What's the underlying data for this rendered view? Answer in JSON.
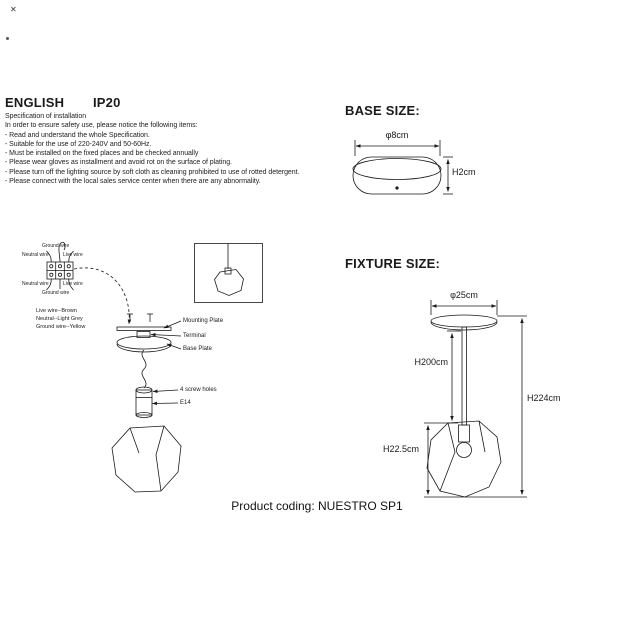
{
  "page": {
    "corner_mark": "✕",
    "product_coding": "Product coding: NUESTRO SP1"
  },
  "header": {
    "language": "ENGLISH",
    "ip_rating": "IP20"
  },
  "spec": {
    "title": "Specification of installation",
    "intro": "In order to ensure safety use, please notice the following items:",
    "items": [
      "- Read and understand the whole Specification.",
      "- Suitable for the use of 220-240V and 50-60Hz.",
      "- Must be installed on the fixed places and be checked annually",
      "- Please wear gloves as installment and avoid rot on the surface of plating.",
      "- Please turn off the lighting source by soft cloth as cleaning prohibited to use of rotted detergent.",
      "- Please connect with the local sales service center when there are any abnormality."
    ]
  },
  "base_size": {
    "title": "BASE SIZE:",
    "diameter_label": "φ8cm",
    "height_label": "H2cm"
  },
  "fixture_size": {
    "title": "FIXTURE SIZE:",
    "diameter_label": "φ25cm",
    "rod_height_label": "H200cm",
    "total_height_label": "H224cm",
    "shade_height_label": "H22.5cm"
  },
  "wiring": {
    "labels": {
      "ground_top": "Ground wire",
      "neutral_top": "Neutral wire",
      "live_top": "Live wire",
      "neutral_bottom": "Neutral wire",
      "live_bottom": "Live wire",
      "ground_bottom": "Ground wire"
    },
    "legend": [
      "Live wire--Brown",
      "Neutral--Light Grey",
      "Ground wire--Yellow"
    ]
  },
  "assembly": {
    "mounting_plate_label": "Mounting Plate",
    "terminal_label": "Terminal",
    "base_plate_label": "Base Plate",
    "screw_holes_label": "4 screw holes",
    "socket_label": "E14"
  }
}
